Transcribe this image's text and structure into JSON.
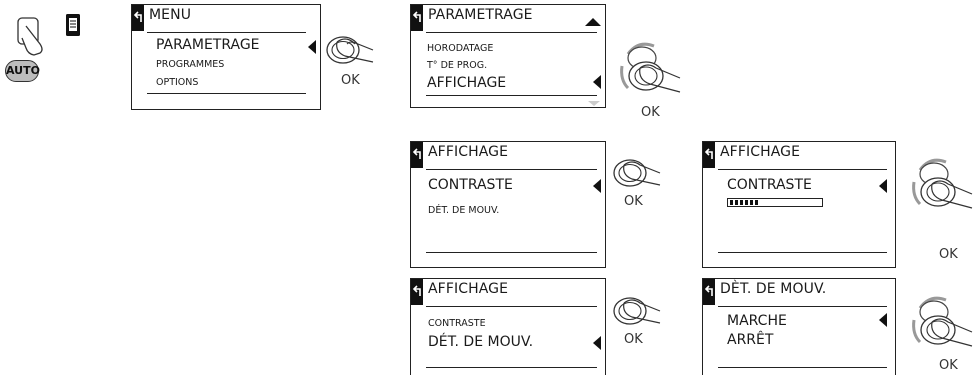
{
  "auto_button": {
    "label": "AUTO"
  },
  "ok_label": "OK",
  "screen_menu": {
    "title": "MENU",
    "items": [
      "PARAMETRAGE",
      "PROGRAMMES",
      "OPTIONS"
    ]
  },
  "screen_param": {
    "title": "PARAMETRAGE",
    "items": [
      "HORODATAGE",
      "T° DE PROG.",
      "AFFICHAGE"
    ]
  },
  "screen_aff_1": {
    "title": "AFFICHAGE",
    "items": [
      "CONTRASTE",
      "DÉT. DE MOUV."
    ]
  },
  "screen_contrast": {
    "title": "AFFICHAGE",
    "item": "CONTRASTE",
    "contrast_level_segments": 6
  },
  "screen_aff_2": {
    "title": "AFFICHAGE",
    "items": [
      "CONTRASTE",
      "DÉT. DE MOUV."
    ]
  },
  "screen_motion": {
    "title": "DÈT. DE MOUV.",
    "items": [
      "MARCHE",
      "ARRÊT"
    ]
  }
}
